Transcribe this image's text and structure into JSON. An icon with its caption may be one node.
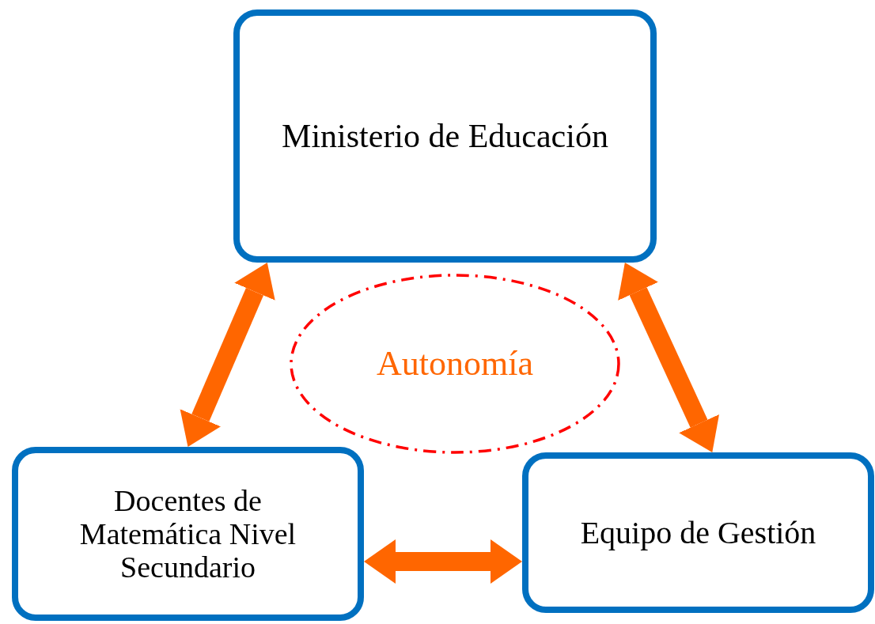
{
  "diagram": {
    "nodes": [
      {
        "text": [
          "Ministerio de Educación"
        ]
      },
      {
        "text": [
          "Autonomía"
        ]
      },
      {
        "text": [
          "Docentes de Matemática Nivel Secundario"
        ]
      },
      {
        "text": [
          "Equipo de Gestión"
        ]
      }
    ],
    "edges": [
      {
        "from": 2,
        "to": 0,
        "arrow": "both"
      },
      {
        "from": 0,
        "to": 3,
        "arrow": "both"
      },
      {
        "from": 2,
        "to": 3,
        "arrow": "both"
      }
    ]
  }
}
